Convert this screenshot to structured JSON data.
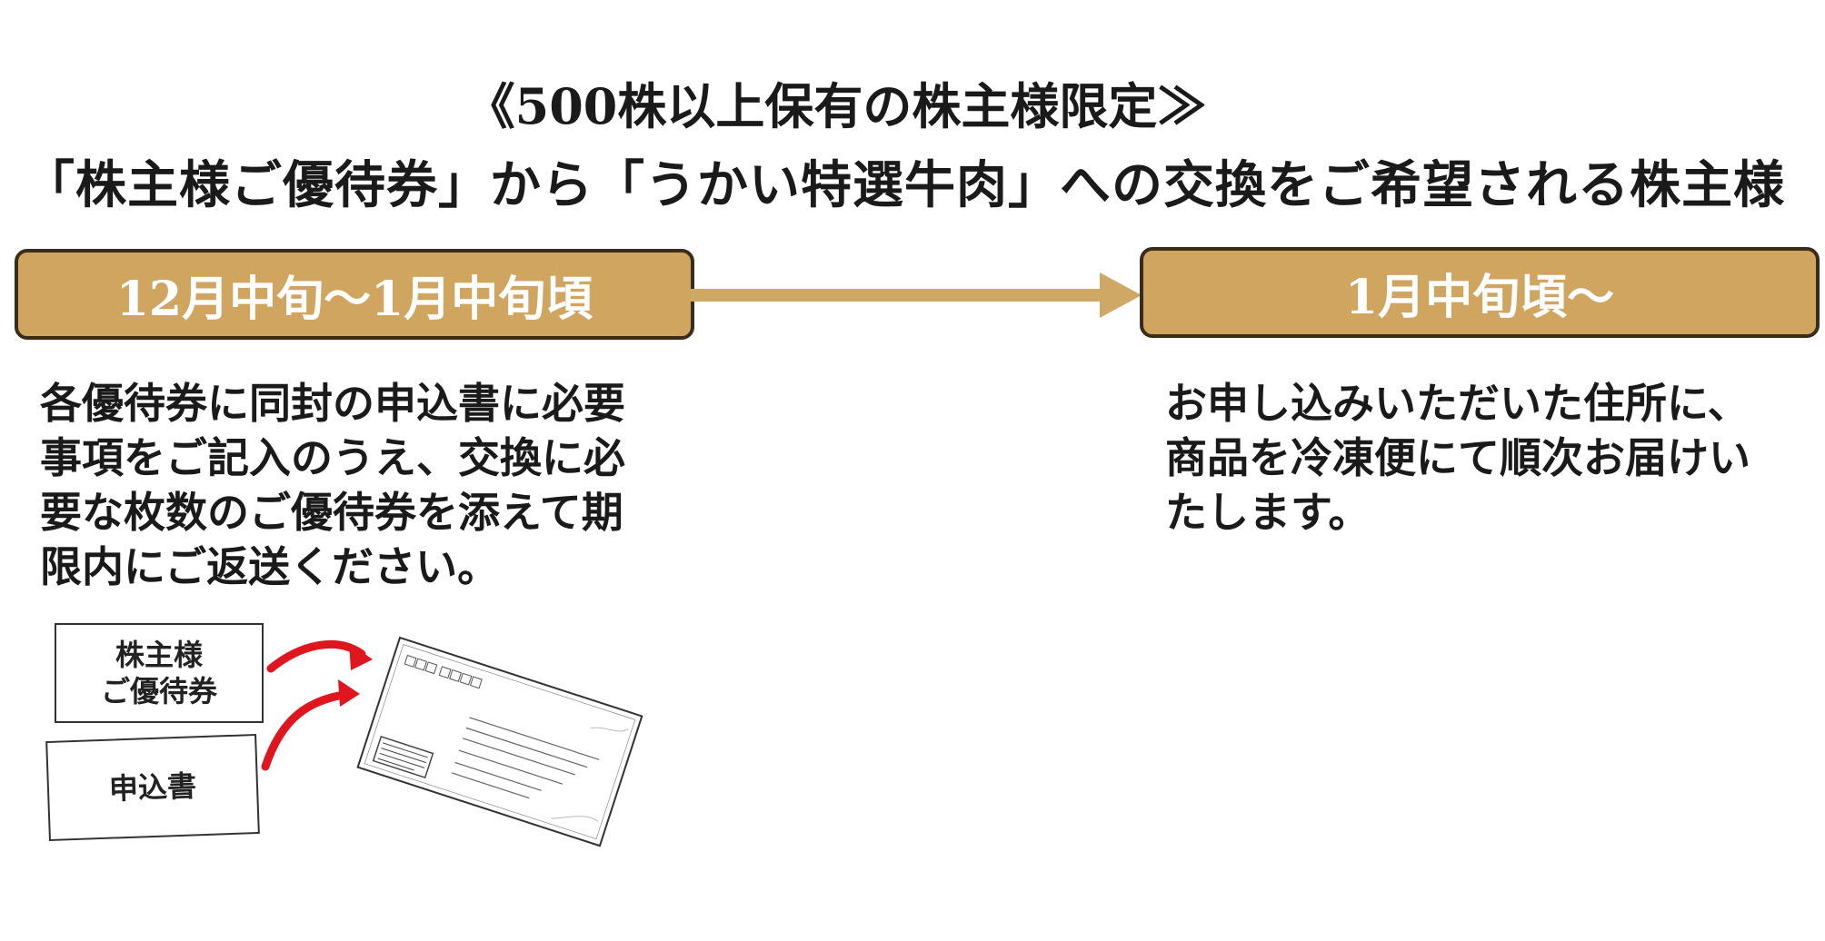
{
  "header": {
    "title_line1": "《500株以上保有の株主様限定≫",
    "title_line2": "「株主様ご優待券」から「うかい特選牛肉」への交換をご希望される株主様"
  },
  "steps": [
    {
      "label": "12月中旬～1月中旬頃",
      "description_lines": [
        "各優待券に同封の申込書に必要",
        "事項をご記入のうえ、交換に必",
        "要な枚数のご優待券を添えて期",
        "限内にご返送ください。"
      ]
    },
    {
      "label": "1月中旬頃～",
      "description_lines": [
        "お申し込みいただいた住所に、",
        "商品を冷凍便にて順次お届けい",
        "たします。"
      ]
    }
  ],
  "illustration": {
    "coupon_line1": "株主様",
    "coupon_line2": "ご優待券",
    "form_label": "申込書"
  },
  "colors": {
    "stage_fill": "#d0a55f",
    "stage_border": "#3a2b1a",
    "flow_arrow": "#cfa865",
    "red_arrow": "#e0161e"
  }
}
